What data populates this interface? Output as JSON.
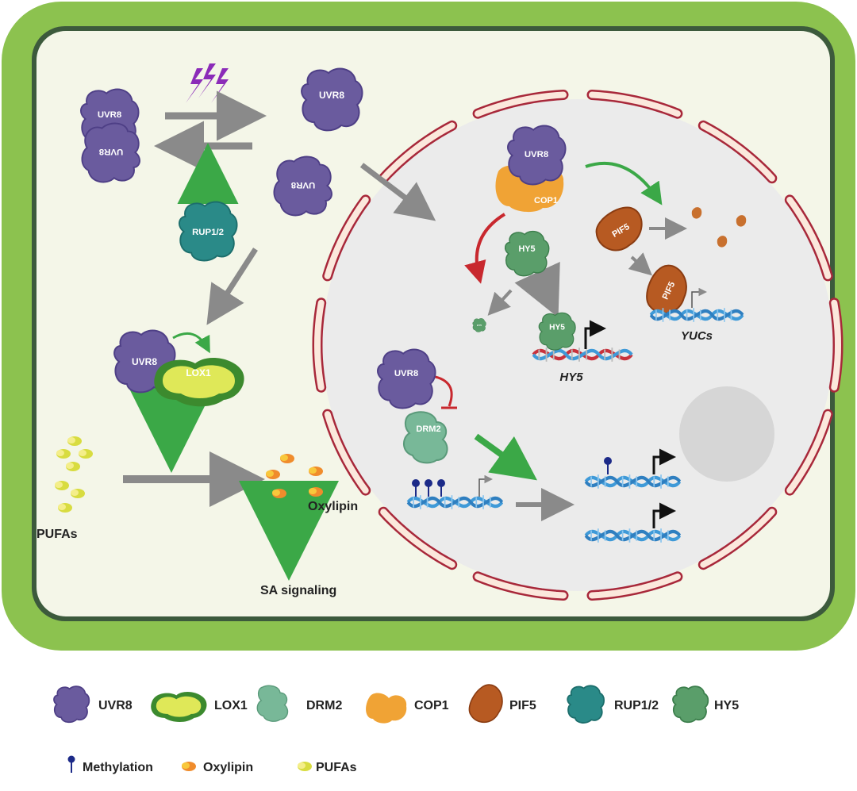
{
  "proteins": {
    "uvr8": "UVR8",
    "uvr8_dimer_top": "UVR8",
    "uvr8_dimer_bottom": "UVR8",
    "uvr8_mono_rot": "UVR8",
    "rup": "RUP1/2",
    "lox1": "LOX1",
    "cop1": "COP1",
    "hy5": "HY5",
    "hy5_small": "HY5",
    "pif5": "PIF5",
    "drm2": "DRM2"
  },
  "labels": {
    "pufas": "PUFAs",
    "oxylipin": "Oxylipin",
    "sa_signaling": "SA signaling",
    "hy5_gene": "HY5",
    "yucs_gene": "YUCs"
  },
  "legend": {
    "row1": [
      "UVR8",
      "LOX1",
      "DRM2",
      "COP1",
      "PIF5",
      "RUP1/2",
      "HY5"
    ],
    "row2": [
      "Methylation",
      "Oxylipin",
      "PUFAs"
    ]
  },
  "colors": {
    "cell_wall": "#8cc24f",
    "membrane": "#3c5a3c",
    "cytoplasm": "#f4f6e8",
    "nucleus": "#ebebeb",
    "envelope_fill": "#fbe8dc",
    "envelope_stroke": "#a8283a",
    "uvr8": "#6a5b9e",
    "rup": "#2a8a88",
    "hy5": "#5a9e6a",
    "cop1": "#f0a335",
    "pif5": "#b75a22",
    "drm2": "#78b898",
    "lox1_outer": "#3c8a2e",
    "lox1_inner": "#dfe858",
    "dna_blue": "#3f9ad8",
    "dna_red": "#c8323c",
    "arrow_gray": "#8a8a8a",
    "arrow_green": "#3ba847",
    "arrow_red": "#c8282e",
    "methyl": "#1c2a88"
  }
}
